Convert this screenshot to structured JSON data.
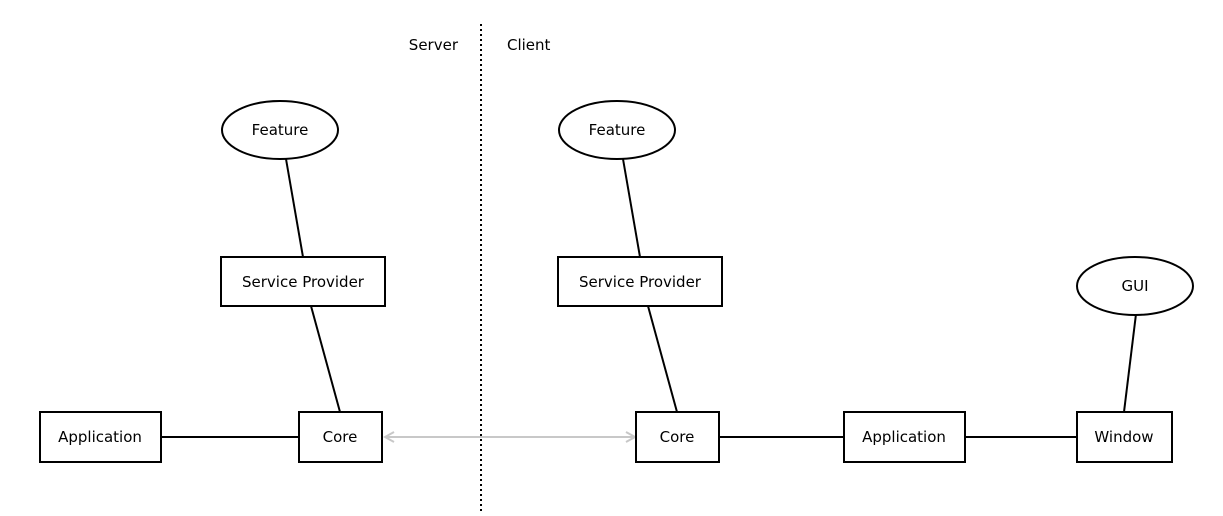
{
  "sections": {
    "server_label": "Server",
    "client_label": "Client"
  },
  "server": {
    "feature": "Feature",
    "service_provider": "Service Provider",
    "core": "Core",
    "application": "Application"
  },
  "client": {
    "feature": "Feature",
    "service_provider": "Service Provider",
    "core": "Core",
    "application": "Application",
    "window": "Window",
    "gui": "GUI"
  },
  "colors": {
    "stroke": "#000000",
    "connection_arrow": "#c8c8c8",
    "background": "#ffffff"
  }
}
